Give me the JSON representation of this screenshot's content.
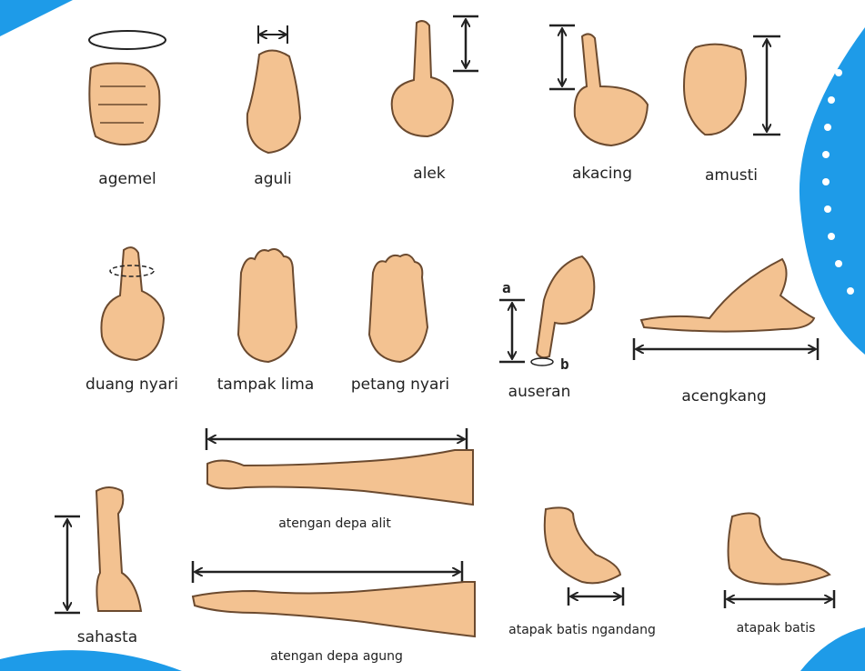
{
  "theme": {
    "accent": "#1e9be8",
    "skin": "#f3c291",
    "outline": "#6b4a2f",
    "arrow": "#222222",
    "dot": "#ffffff"
  },
  "labels": {
    "agemel": "agemel",
    "aguli": "aguli",
    "alek": "alek",
    "akacing": "akacing",
    "amusti": "amusti",
    "duang_nyari": "duang nyari",
    "tampak_lima": "tampak lima",
    "petang_nyari": "petang nyari",
    "auseran": "auseran",
    "auseran_a": "a",
    "auseran_b": "b",
    "acengkang": "acengkang",
    "atengan_depa_alit": "atengan depa alit",
    "sahasta": "sahasta",
    "atengan_depa_agung": "atengan depa agung",
    "atapak_batis_ngandang": "atapak batis ngandang",
    "atapak_batis": "atapak batis"
  }
}
